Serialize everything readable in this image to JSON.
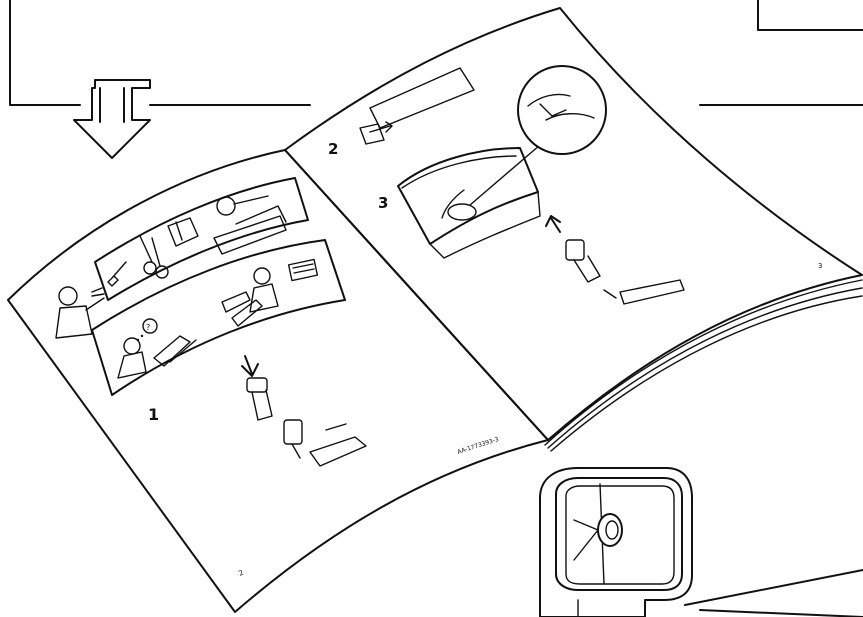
{
  "diagram": {
    "page_numbers": {
      "left": "2",
      "right": "3"
    },
    "step_labels": {
      "step1": "1",
      "step2": "2",
      "step3": "3"
    },
    "article_code": "AA-1773393-3",
    "icons": {
      "big_arrow": "down-arrow-icon",
      "tools_panel": "tools-icon",
      "help_panel": "help-icon"
    },
    "colors": {
      "ink": "#111111",
      "paper": "#ffffff"
    }
  }
}
